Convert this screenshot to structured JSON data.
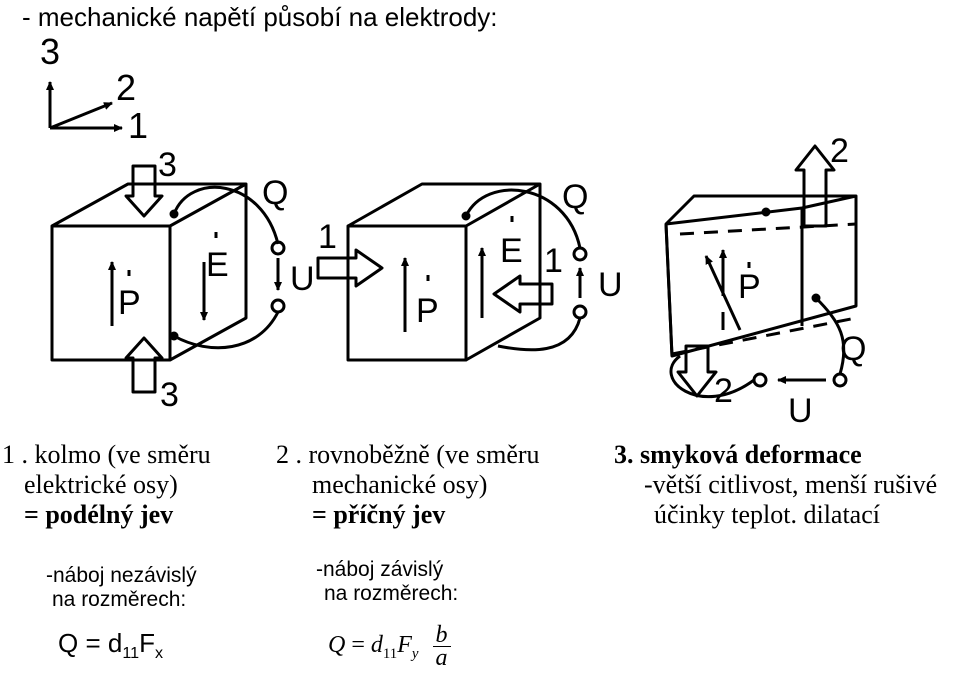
{
  "header": "- mechanické napětí působí na elektrody:",
  "diagram": {
    "axes": {
      "z": "3",
      "y": "2",
      "x": "1"
    },
    "cube1": {
      "top_force": "3",
      "bottom_force": "3",
      "polarization": "P",
      "field": "E",
      "charge": "Q",
      "voltage": "U"
    },
    "cube2": {
      "left_force": "1",
      "right_force": "1",
      "polarization": "P",
      "field": "E",
      "charge": "Q",
      "voltage": "U"
    },
    "cube3": {
      "top_force": "2",
      "bottom_force": "2",
      "polarization": "P",
      "charge": "Q",
      "voltage": "U"
    }
  },
  "captions": {
    "c1": {
      "line1": "1 . kolmo (ve směru",
      "line2": "elektrické osy)",
      "line3": "= podélný jev"
    },
    "c2": {
      "line1": "2 . rovnoběžně (ve směru",
      "line2": "mechanické osy)",
      "line3": "= příčný jev"
    },
    "c3": {
      "line1": "3. smyková deformace",
      "line2": "-větší citlivost, menší rušivé",
      "line3": "účinky teplot. dilatací"
    }
  },
  "notes": {
    "n1": {
      "line1": "-náboj nezávislý",
      "line2": "na rozměrech:"
    },
    "n2": {
      "line1": "-náboj závislý",
      "line2": "na rozměrech:"
    }
  },
  "formulas": {
    "f1": {
      "lhs": "Q",
      "eq": "=",
      "coef": "d",
      "coef_sub": "11",
      "force": "F",
      "force_sub": "x"
    },
    "f2": {
      "lhs": "Q",
      "eq": "=",
      "coef": "d",
      "coef_sub": "11",
      "force": "F",
      "force_sub": "y",
      "num": "b",
      "den": "a"
    }
  }
}
